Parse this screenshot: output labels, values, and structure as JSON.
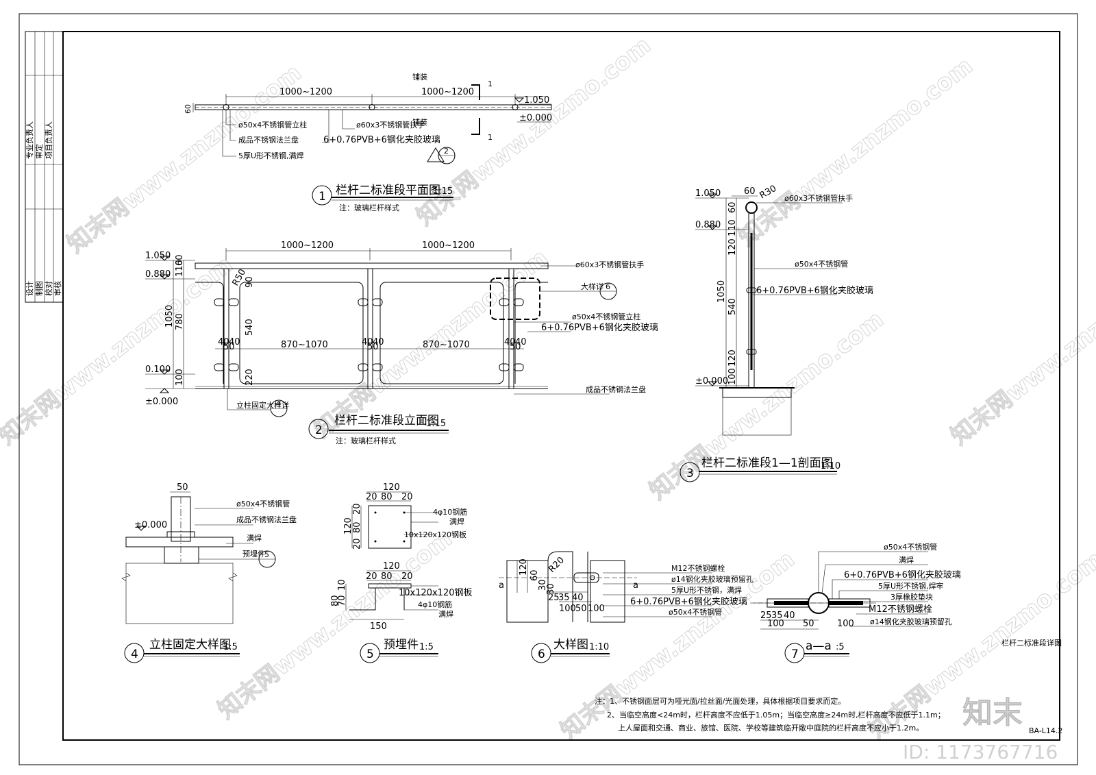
{
  "sheet": {
    "code": "BA-L14.2",
    "title_small": "栏杆二标准段详图",
    "brand": "知末",
    "id_text": "ID: 1173767716",
    "watermark": "知末网www.znzmo.com",
    "title_block_top": [
      "专业负责人",
      "审定",
      "项目负责人"
    ],
    "title_block_bottom": [
      "设计",
      "制图",
      "校对",
      "审核"
    ]
  },
  "plan": {
    "num": "1",
    "title": "栏杆二标准段平面图",
    "scale": "1:15",
    "note": "注：玻璃栏杆样式",
    "dim_a": "1000~1200",
    "dim_b": "1000~1200",
    "dim_60": "60",
    "lv1": "1.050",
    "lv2": "±0.000",
    "pave_top": "铺装",
    "pave_bot": "铺装",
    "cut_1a": "1",
    "cut_1b": "1",
    "ref_num": "2",
    "labels": [
      "ø50x4不锈钢管立柱",
      "ø60x3不锈钢管扶手",
      "成品不锈钢法兰盘",
      "6+0.76PVB+6钢化夹胶玻璃",
      "5厚U形不锈钢,满焊"
    ]
  },
  "elev": {
    "num": "2",
    "title": "栏杆二标准段立面图",
    "scale": "1:15",
    "note": "注：玻璃栏杆样式",
    "dim_top": [
      "1000~1200",
      "1000~1200"
    ],
    "levels": [
      "1.050",
      "0.880",
      "0.100",
      "±0.000"
    ],
    "vdims": [
      "1050",
      "780",
      "100",
      "110",
      "60",
      "90",
      "540",
      "220"
    ],
    "r": "R50",
    "hdims": [
      "40",
      "40",
      "50",
      "870~1070",
      "40",
      "40",
      "50",
      "870~1070",
      "40",
      "40",
      "50"
    ],
    "right_labels": [
      "ø60x3不锈钢管扶手",
      "大样详",
      "ø50x4不锈钢管立柱",
      "6+0.76PVB+6钢化夹胶玻璃",
      "成品不锈钢法兰盘"
    ],
    "ref6": "6",
    "ref4_label": "立柱固定大样详",
    "ref4": "4"
  },
  "section": {
    "num": "3",
    "title": "栏杆二标准段1—1剖面图",
    "scale": "1:10",
    "dim_60": "60",
    "r": "R30",
    "levels": [
      "1.050",
      "0.880",
      "±0.000"
    ],
    "vdims": [
      "60",
      "110",
      "120",
      "1050",
      "540",
      "120",
      "100"
    ],
    "labels": [
      "ø60x3不锈钢管扶手",
      "ø50x4不锈钢管",
      "6+0.76PVB+6钢化夹胶玻璃"
    ]
  },
  "post": {
    "num": "4",
    "title": "立柱固定大样图",
    "scale": "1:5",
    "dim": "50",
    "level": "±0.000",
    "labels": [
      "ø50x4不锈钢管",
      "成品不锈钢法兰盘",
      "满焊",
      "预埋件"
    ],
    "ref5": "5"
  },
  "embed": {
    "num": "5",
    "title": "预埋件",
    "scale": "1:5",
    "top_dims": [
      "120",
      "20",
      "80",
      "20"
    ],
    "side_dims": [
      "120",
      "20",
      "80",
      "20"
    ],
    "labels1": [
      "4φ10钢筋",
      "满焊",
      "10x120x120钢板"
    ],
    "mid_dims": [
      "120",
      "20",
      "80",
      "20"
    ],
    "v_dims": [
      "80",
      "10",
      "70"
    ],
    "bot_dim": "150",
    "labels2": [
      "10x120x120钢板",
      "4φ10钢筋",
      "满焊"
    ]
  },
  "detail": {
    "num": "6",
    "title": "大样图",
    "scale": "1:10",
    "r": "R20",
    "vdims": [
      "120",
      "60",
      "30",
      "30"
    ],
    "hdims1": [
      "25",
      "35",
      "40"
    ],
    "hdims2": [
      "100",
      "50",
      "100"
    ],
    "cut": "a",
    "labels": [
      "M12不锈钢螺栓",
      "ø14钢化夹胶玻璃预留孔",
      "5厚U形不锈钢，满焊",
      "6+0.76PVB+6钢化夹胶玻璃",
      "ø50x4不锈钢管"
    ]
  },
  "aa": {
    "num": "7",
    "title": "a—a",
    "scale": ":5",
    "hdims1": [
      "25",
      "35",
      "40"
    ],
    "hdims2": [
      "100",
      "50",
      "100"
    ],
    "labels": [
      "ø50x4不锈钢管",
      "满焊",
      "6+0.76PVB+6钢化夹胶玻璃",
      "5厚U形不锈钢,焊牢",
      "3厚橡胶垫块",
      "M12不锈钢螺栓",
      "ø14钢化夹胶玻璃预留孔"
    ]
  },
  "notes": [
    "注：1、不锈钢面层可为哑光面/拉丝面/光面处理，具体根据项目要求而定。",
    "2、当临空高度<24m时，栏杆高度不应低于1.05m；当临空高度≥24m时,栏杆高度不应低于1.1m；",
    "上人屋面和交通、商业、旅馆、医院、学校等建筑临开敞中庭院的栏杆高度不应小于1.2m。"
  ]
}
